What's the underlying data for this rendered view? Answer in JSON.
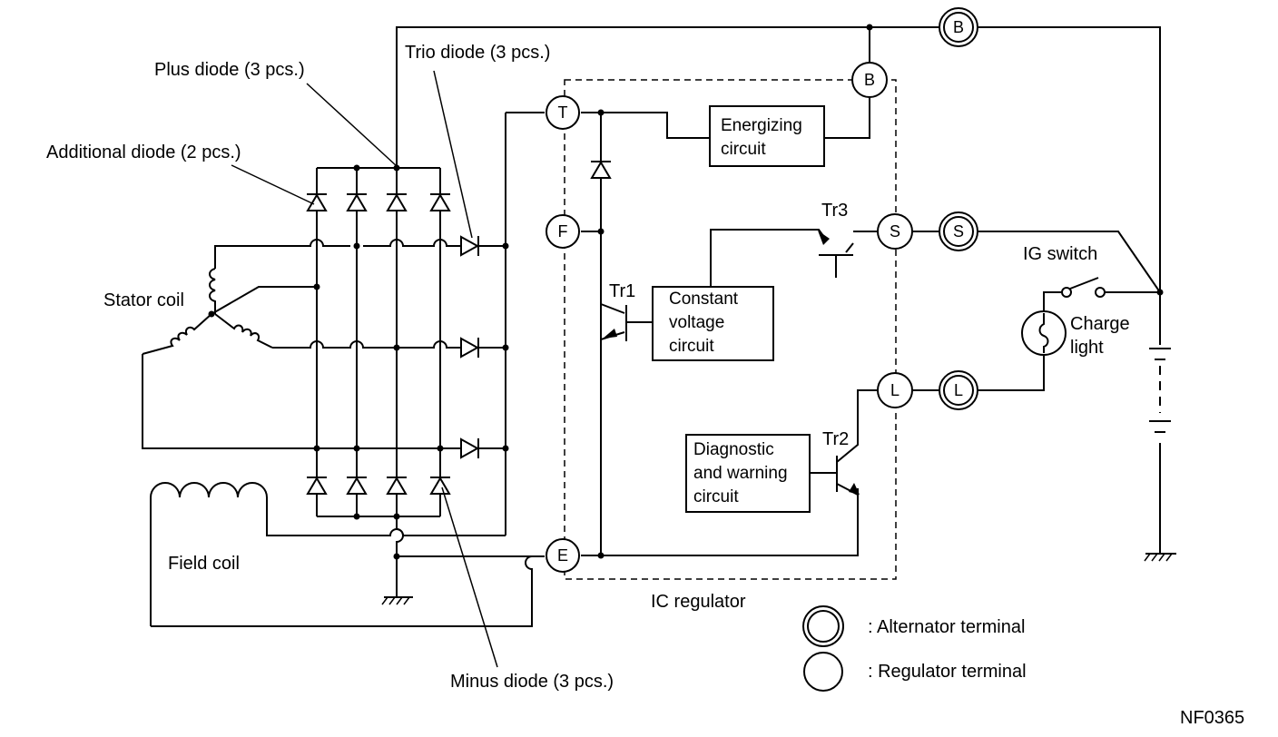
{
  "labels": {
    "plus_diode": "Plus diode (3 pcs.)",
    "trio_diode": "Trio diode (3 pcs.)",
    "additional_diode": "Additional diode (2 pcs.)",
    "stator_coil": "Stator coil",
    "field_coil": "Field coil",
    "minus_diode": "Minus diode (3 pcs.)",
    "ic_regulator": "IC regulator",
    "ig_switch": "IG switch",
    "charge_light": [
      "Charge",
      "light"
    ],
    "tr1": "Tr1",
    "tr2": "Tr2",
    "tr3": "Tr3",
    "figure_code": "NF0365"
  },
  "blocks": {
    "energizing": [
      "Energizing",
      "circuit"
    ],
    "constant_voltage": [
      "Constant",
      "voltage",
      "circuit"
    ],
    "diagnostic": [
      "Diagnostic",
      "and warning",
      "circuit"
    ]
  },
  "terminals": {
    "T": "T",
    "F": "F",
    "E": "E",
    "B_reg": "B",
    "S_reg": "S",
    "L_reg": "L",
    "B_alt": "B",
    "S_alt": "S",
    "L_alt": "L"
  },
  "legend": {
    "alternator": ": Alternator terminal",
    "regulator": ": Regulator terminal"
  }
}
